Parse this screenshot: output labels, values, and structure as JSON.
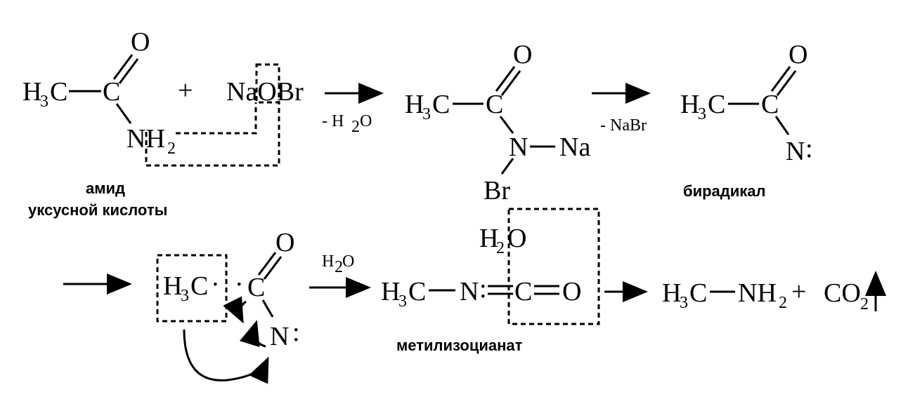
{
  "labels": {
    "h3c": "H",
    "three": "3",
    "c": "C",
    "o": "O",
    "n": "N",
    "nh": "NH",
    "two": "2",
    "plus": "+",
    "naobr": "NaOBr",
    "na": "Na",
    "br": "Br",
    "h": "H",
    "ch3nh2": "NH",
    "co": "CO",
    "dots": ":",
    "dot": "·"
  },
  "conditions": {
    "minus_h2o": "- H",
    "minus_h2o_sub": "2",
    "minus_h2o_end": "O",
    "minus_nabr": "- NaBr",
    "h2o": "H",
    "h2o_sub": "2",
    "h2o_end": "O"
  },
  "captions": {
    "amide_line1": "амид",
    "amide_line2": "уксусной кислоты",
    "biradical": "бирадикал",
    "methylisocyanate": "метилизоцианат"
  }
}
